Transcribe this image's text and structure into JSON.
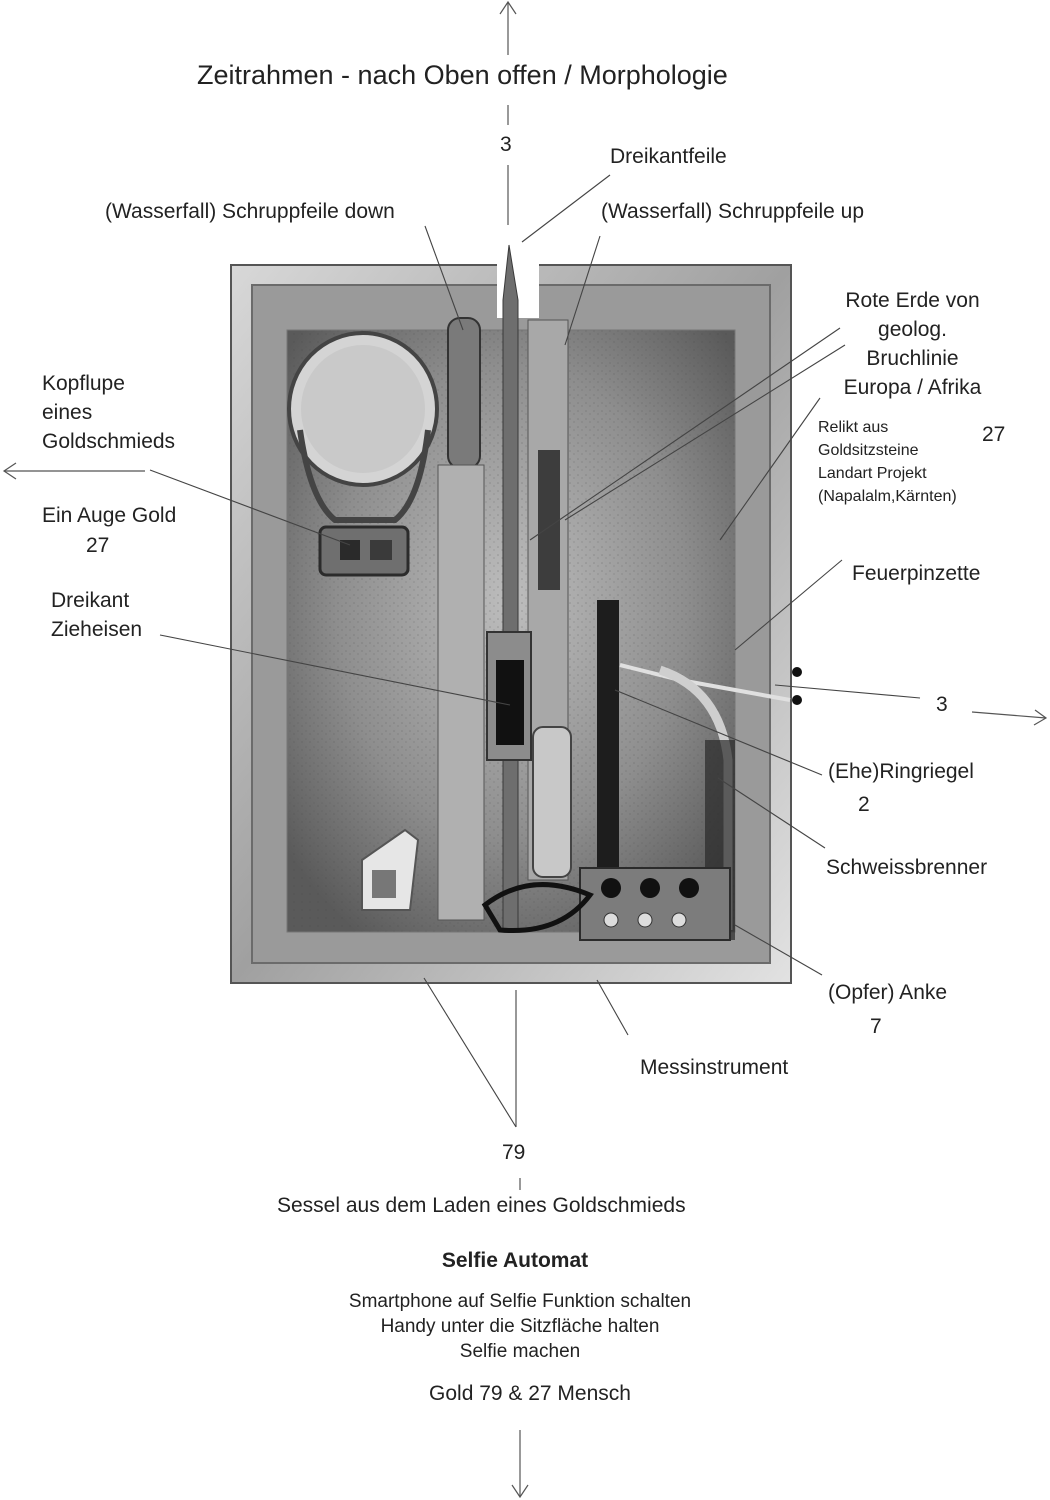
{
  "title": "Zeitrahmen - nach Oben offen / Morphologie",
  "labels": {
    "top_number": "3",
    "dreikantfeile": "Dreikantfeile",
    "schruppfeile_down": "(Wasserfall) Schruppfeile down",
    "schruppfeile_up": "(Wasserfall) Schruppfeile up",
    "rote_erde": [
      "Rote Erde von",
      "geolog.",
      "Bruchlinie",
      "Europa / Afrika"
    ],
    "relikt": [
      "Relikt aus",
      "Goldsitzsteine",
      "Landart Projekt",
      "(Napalalm,Kärnten)"
    ],
    "relikt_number": "27",
    "kopflupe": [
      "Kopflupe",
      "eines",
      "Goldschmieds"
    ],
    "ein_auge_gold": "Ein Auge Gold",
    "ein_auge_number": "27",
    "dreikant_zieheisen": [
      "Dreikant",
      "Zieheisen"
    ],
    "feuerpinzette": "Feuerpinzette",
    "right_number": "3",
    "ringriegel": "(Ehe)Ringriegel",
    "ringriegel_number": "2",
    "schweissbrenner": "Schweissbrenner",
    "opfer_anke": "(Opfer) Anke",
    "opfer_number": "7",
    "messinstrument": "Messinstrument",
    "bottom_number": "79",
    "sessel": "Sessel aus dem Laden eines Goldschmieds"
  },
  "selfie": {
    "heading": "Selfie Automat",
    "instructions": [
      "Smartphone auf Selfie Funktion schalten",
      "Handy unter die Sitzfläche halten",
      "Selfie machen"
    ],
    "footer": "Gold 79 & 27 Mensch"
  }
}
